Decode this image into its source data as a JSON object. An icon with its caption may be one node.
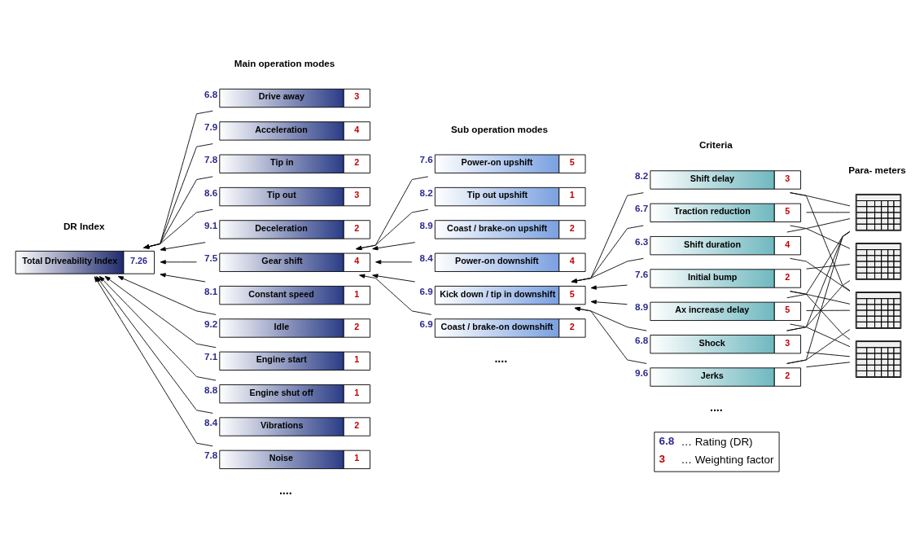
{
  "diagram": {
    "nodes": [
      {
        "text": [
          "Total Driveability Index",
          "7.26"
        ]
      },
      {
        "text": [
          "Drive away",
          "3"
        ],
        "beside": [
          "6.8"
        ]
      },
      {
        "text": [
          "Acceleration",
          "4"
        ],
        "beside": [
          "7.9"
        ]
      },
      {
        "text": [
          "Tip in",
          "2"
        ],
        "beside": [
          "7.8"
        ]
      },
      {
        "text": [
          "Tip out",
          "3"
        ],
        "beside": [
          "8.6"
        ]
      },
      {
        "text": [
          "Deceleration",
          "2"
        ],
        "beside": [
          "9.1"
        ]
      },
      {
        "text": [
          "Gear shift",
          "4"
        ],
        "beside": [
          "7.5"
        ]
      },
      {
        "text": [
          "Constant speed",
          "1"
        ],
        "beside": [
          "8.1"
        ]
      },
      {
        "text": [
          "Idle",
          "2"
        ],
        "beside": [
          "9.2"
        ]
      },
      {
        "text": [
          "Engine start",
          "1"
        ],
        "beside": [
          "7.1"
        ]
      },
      {
        "text": [
          "Engine shut off",
          "1"
        ],
        "beside": [
          "8.8"
        ]
      },
      {
        "text": [
          "Vibrations",
          "2"
        ],
        "beside": [
          "8.4"
        ]
      },
      {
        "text": [
          "Noise",
          "1"
        ],
        "beside": [
          "7.8"
        ]
      },
      {
        "text": [
          "Power-on upshift",
          "5"
        ],
        "beside": [
          "7.6"
        ]
      },
      {
        "text": [
          "Tip out upshift",
          "1"
        ],
        "beside": [
          "8.2"
        ]
      },
      {
        "text": [
          "Coast / brake-on upshift",
          "2"
        ],
        "beside": [
          "8.9"
        ]
      },
      {
        "text": [
          "Power-on downshift",
          "4"
        ],
        "beside": [
          "8.4"
        ]
      },
      {
        "text": [
          "Kick down / tip in downshift",
          "5"
        ],
        "beside": [
          "6.9"
        ]
      },
      {
        "text": [
          "Coast / brake-on downshift",
          "2"
        ],
        "beside": [
          "6.9"
        ]
      },
      {
        "text": [
          "Shift delay",
          "3"
        ],
        "beside": [
          "8.2"
        ]
      },
      {
        "text": [
          "Traction reduction",
          "5"
        ],
        "beside": [
          "6.7"
        ]
      },
      {
        "text": [
          "Shift duration",
          "4"
        ],
        "beside": [
          "6.3"
        ]
      },
      {
        "text": [
          "Initial bump",
          "2"
        ],
        "beside": [
          "7.6"
        ]
      },
      {
        "text": [
          "Ax increase delay",
          "5"
        ],
        "beside": [
          "8.9"
        ]
      },
      {
        "text": [
          "Shock",
          "3"
        ],
        "beside": [
          "6.8"
        ]
      },
      {
        "text": [
          "Jerks",
          "2"
        ],
        "beside": [
          "9.6"
        ]
      },
      {
        "text": [],
        "shape": "box"
      },
      {
        "text": [],
        "shape": "box"
      },
      {
        "text": [],
        "shape": "box"
      },
      {
        "text": [],
        "shape": "box"
      }
    ],
    "edges": [
      {
        "from": 1,
        "to": 0,
        "arrow": "to"
      },
      {
        "from": 2,
        "to": 0,
        "arrow": "to"
      },
      {
        "from": 3,
        "to": 0,
        "arrow": "to"
      },
      {
        "from": 4,
        "to": 0,
        "arrow": "to"
      },
      {
        "from": 5,
        "to": 0,
        "arrow": "to"
      },
      {
        "from": 6,
        "to": 0,
        "arrow": "to"
      },
      {
        "from": 7,
        "to": 0,
        "arrow": "to"
      },
      {
        "from": 8,
        "to": 0,
        "arrow": "to"
      },
      {
        "from": 9,
        "to": 0,
        "arrow": "to"
      },
      {
        "from": 10,
        "to": 0,
        "arrow": "to"
      },
      {
        "from": 11,
        "to": 0,
        "arrow": "to"
      },
      {
        "from": 12,
        "to": 0,
        "arrow": "to"
      },
      {
        "from": 13,
        "to": 6,
        "arrow": "to"
      },
      {
        "from": 14,
        "to": 6,
        "arrow": "to"
      },
      {
        "from": 15,
        "to": 6,
        "arrow": "to"
      },
      {
        "from": 16,
        "to": 6,
        "arrow": "to"
      },
      {
        "from": 17,
        "to": 6,
        "arrow": "to"
      },
      {
        "from": 18,
        "to": 6,
        "arrow": "to"
      },
      {
        "from": 19,
        "to": 17,
        "arrow": "to"
      },
      {
        "from": 20,
        "to": 17,
        "arrow": "to"
      },
      {
        "from": 21,
        "to": 17,
        "arrow": "to"
      },
      {
        "from": 22,
        "to": 17,
        "arrow": "to"
      },
      {
        "from": 23,
        "to": 17,
        "arrow": "to"
      },
      {
        "from": 24,
        "to": 17,
        "arrow": "to"
      },
      {
        "from": 25,
        "to": 17,
        "arrow": "to"
      },
      {
        "from": 19,
        "to": 26,
        "arrow": "none"
      },
      {
        "from": 19,
        "to": 28,
        "arrow": "none"
      },
      {
        "from": 20,
        "to": 26,
        "arrow": "none"
      },
      {
        "from": 20,
        "to": 27,
        "arrow": "none"
      },
      {
        "from": 21,
        "to": 26,
        "arrow": "none"
      },
      {
        "from": 21,
        "to": 28,
        "arrow": "none"
      },
      {
        "from": 22,
        "to": 27,
        "arrow": "none"
      },
      {
        "from": 22,
        "to": 28,
        "arrow": "none"
      },
      {
        "from": 22,
        "to": 29,
        "arrow": "none"
      },
      {
        "from": 23,
        "to": 26,
        "arrow": "none"
      },
      {
        "from": 23,
        "to": 28,
        "arrow": "none"
      },
      {
        "from": 23,
        "to": 29,
        "arrow": "none"
      },
      {
        "from": 24,
        "to": 26,
        "arrow": "none"
      },
      {
        "from": 24,
        "to": 27,
        "arrow": "none"
      },
      {
        "from": 24,
        "to": 29,
        "arrow": "none"
      },
      {
        "from": 25,
        "to": 26,
        "arrow": "none"
      },
      {
        "from": 25,
        "to": 28,
        "arrow": "none"
      },
      {
        "from": 25,
        "to": 29,
        "arrow": "none"
      }
    ],
    "labels": [
      "DR Index",
      "Main operation modes",
      "Sub operation modes",
      "Criteria",
      "Para- meters",
      "....",
      "....",
      "....",
      "6.8",
      "… Rating (DR)",
      "3",
      "… Weighting factor"
    ]
  }
}
